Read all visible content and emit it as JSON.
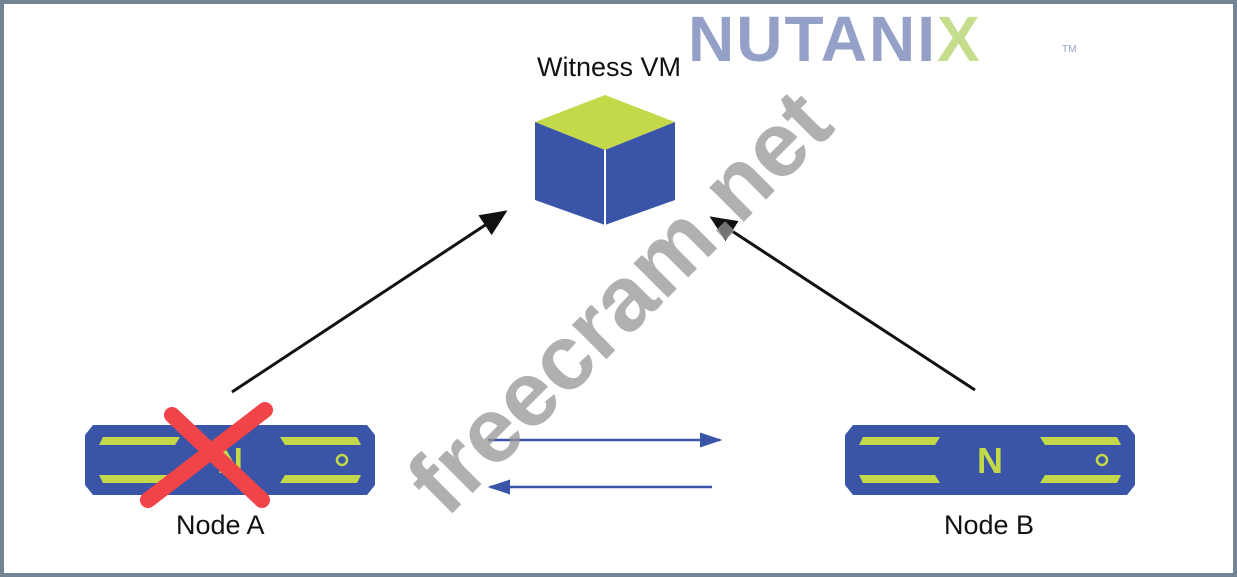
{
  "logo": {
    "text_main": "NUTANI",
    "text_x": "X",
    "trademark": "TM"
  },
  "witness": {
    "label": "Witness VM"
  },
  "node_a": {
    "label": "Node A",
    "status": "failed"
  },
  "node_b": {
    "label": "Node B"
  },
  "node_glyph": "N",
  "watermark": "freecram.net",
  "colors": {
    "node_blue": "#3a55a8",
    "accent_lime": "#c3d94a",
    "fail_red": "#f04448",
    "border": "#748494"
  }
}
